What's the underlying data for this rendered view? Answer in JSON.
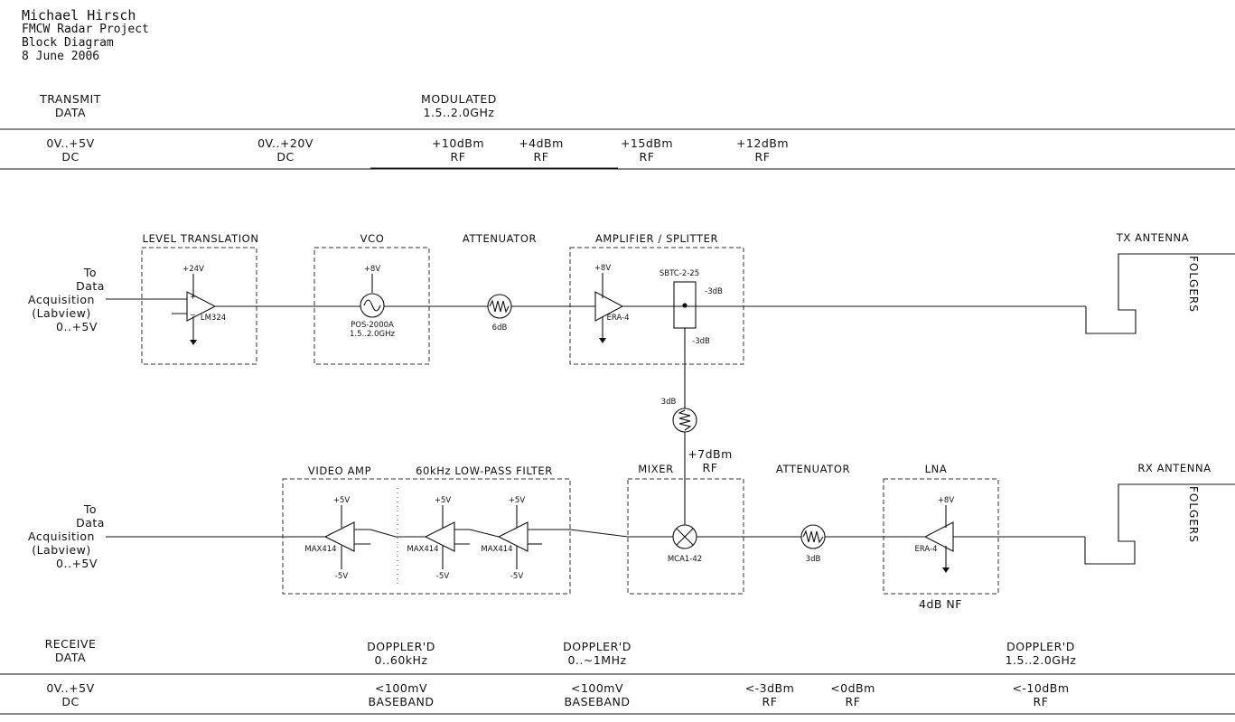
{
  "header": {
    "author": "Michael Hirsch",
    "project": "FMCW Radar Project",
    "doc": "Block Diagram",
    "date": "8 June 2006"
  },
  "top_bar": {
    "upper": [
      {
        "l1": "TRANSMIT",
        "l2": "DATA"
      },
      {
        "l1": "MODULATED",
        "l2": "1.5..2.0GHz"
      }
    ],
    "lower": [
      {
        "l1": "0V..+5V",
        "l2": "DC"
      },
      {
        "l1": "0V..+20V",
        "l2": "DC"
      },
      {
        "l1": "+10dBm",
        "l2": "RF"
      },
      {
        "l1": "+4dBm",
        "l2": "RF"
      },
      {
        "l1": "+15dBm",
        "l2": "RF"
      },
      {
        "l1": "+12dBm",
        "l2": "RF"
      }
    ]
  },
  "bottom_bar": {
    "upper": [
      {
        "l1": "RECEIVE",
        "l2": "DATA"
      },
      {
        "l1": "DOPPLER'D",
        "l2": "0..60kHz"
      },
      {
        "l1": "DOPPLER'D",
        "l2": "0..~1MHz"
      },
      {
        "l1": "DOPPLER'D",
        "l2": "1.5..2.0GHz"
      }
    ],
    "lower": [
      {
        "l1": "0V..+5V",
        "l2": "DC"
      },
      {
        "l1": "<100mV",
        "l2": "BASEBAND"
      },
      {
        "l1": "<100mV",
        "l2": "BASEBAND"
      },
      {
        "l1": "<-3dBm",
        "l2": "RF"
      },
      {
        "l1": "<0dBm",
        "l2": "RF"
      },
      {
        "l1": "<-10dBm",
        "l2": "RF"
      }
    ]
  },
  "tx": {
    "source": [
      "To",
      "Data",
      "Acquisition",
      "(Labview)",
      "0..+5V"
    ],
    "level_title": "LEVEL TRANSLATION",
    "level_supply": "+24V",
    "level_part": "LM324",
    "vco_title": "VCO",
    "vco_supply": "+8V",
    "vco_part": "POS-2000A",
    "vco_range": "1.5..2.0GHz",
    "atten_title": "ATTENUATOR",
    "atten_value": "6dB",
    "amp_title": "AMPLIFIER / SPLITTER",
    "amp_supply": "+8V",
    "amp_part": "ERA-4",
    "splitter_part": "SBTC-2-25",
    "splitter_out1": "-3dB",
    "splitter_out2": "-3dB",
    "antenna_title": "TX ANTENNA",
    "antenna_text": "FOLGERS"
  },
  "lo": {
    "atten_value": "3dB",
    "level": "+7dBm",
    "level_unit": "RF"
  },
  "rx": {
    "source": [
      "To",
      "Data",
      "Acquisition",
      "(Labview)",
      "0..+5V"
    ],
    "video_title": "VIDEO AMP",
    "filter_title": "60kHz LOW-PASS FILTER",
    "opamp_pos": "+5V",
    "opamp_neg": "-5V",
    "opamp_part": "MAX414",
    "mixer_title": "MIXER",
    "mixer_part": "MCA1-42",
    "atten_title": "ATTENUATOR",
    "atten_value": "3dB",
    "lna_title": "LNA",
    "lna_supply": "+8V",
    "lna_part": "ERA-4",
    "lna_nf": "4dB NF",
    "antenna_title": "RX ANTENNA",
    "antenna_text": "FOLGERS"
  }
}
